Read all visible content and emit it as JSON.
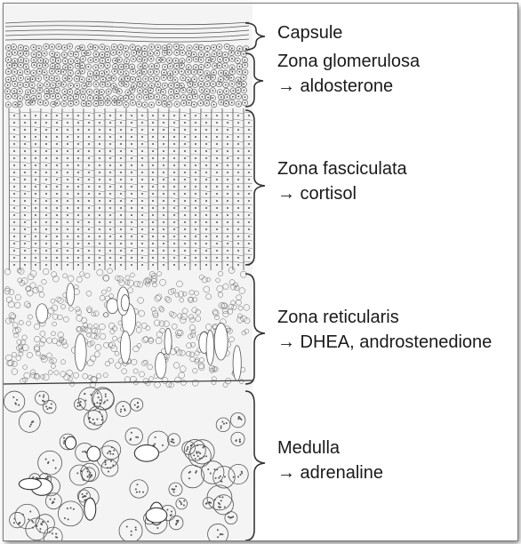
{
  "zones": [
    {
      "id": "capsule",
      "name": "Capsule",
      "product": ""
    },
    {
      "id": "glomerulosa",
      "name": "Zona glomerulosa",
      "product": "→ aldosterone"
    },
    {
      "id": "fasciculata",
      "name": "Zona fasciculata",
      "product": "→ cortisol"
    },
    {
      "id": "reticularis",
      "name": "Zona reticularis",
      "product": "→ DHEA, androstenedione"
    },
    {
      "id": "medulla",
      "name": "Medulla",
      "product": "→ adrenaline"
    }
  ],
  "colors": {
    "ink": "#2a2a2a",
    "tissue_bg": "#f3f3f3",
    "frame_shadow": "#555555"
  },
  "icons": [
    "curly-brace"
  ]
}
